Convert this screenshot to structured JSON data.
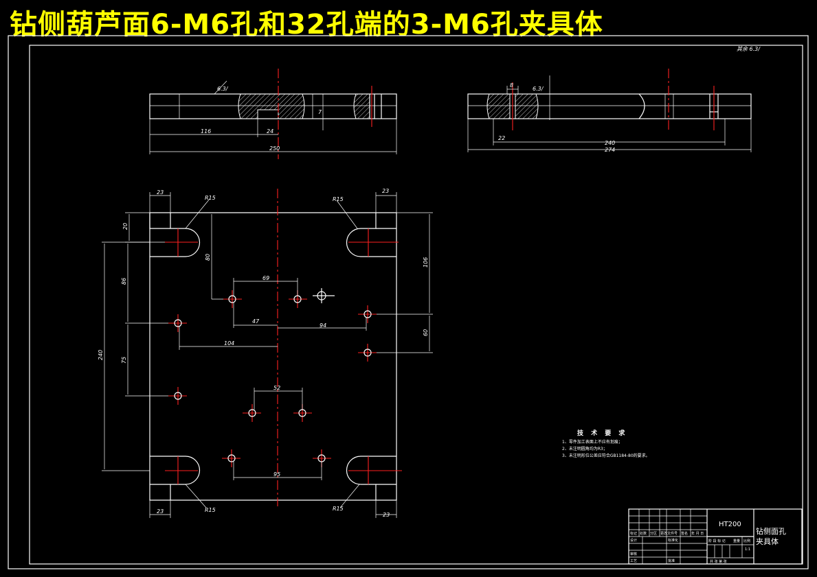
{
  "title": "钻侧葫芦面6-M6孔和32孔端的3-M6孔夹具体",
  "colors": {
    "background": "#000000",
    "title": "#ffff00",
    "outline": "#ffffff",
    "centerline": "#ff2020"
  },
  "top_view": {
    "dims": {
      "d116": "116",
      "d24": "24",
      "d250": "250",
      "d7": "7",
      "rough": "6.3/"
    }
  },
  "side_view": {
    "dims": {
      "d8": "8",
      "d22": "22",
      "d240": "240",
      "d274": "274",
      "rough": "6.3/"
    }
  },
  "plan_view": {
    "dims": {
      "d23_tl": "23",
      "d23_tr": "23",
      "d23_bl": "23",
      "d23_br": "23",
      "r15_tl": "R15",
      "r15_tr": "R15",
      "r15_bl": "R15",
      "r15_br": "R15",
      "d20": "20",
      "d80": "80",
      "d86": "86",
      "d240": "240",
      "d75": "75",
      "d69": "69",
      "d47": "47",
      "d94": "94",
      "d104": "104",
      "d52": "52",
      "d95": "95",
      "d106": "106",
      "d60": "60"
    }
  },
  "remaining_rough": "其余 6.3/",
  "tech_notes": {
    "heading": "技 术 要 求",
    "lines": [
      "1、零件加工表面上不应有划痕；",
      "2、未注明圆角均为R3；",
      "3、未注明形位公差应符合GB1184-80的要求。"
    ]
  },
  "title_block": {
    "material": "HT200",
    "part_name_line1": "钻侧面孔",
    "part_name_line2": "夹具体",
    "row_labels": [
      "标记",
      "设计",
      "审核",
      "工艺"
    ],
    "col_labels": [
      "处数",
      "分区",
      "更改文件号",
      "签名",
      "年 月 日"
    ],
    "mid_labels": [
      "标准化",
      "批准"
    ],
    "stage_labels": [
      "阶 段 标 记",
      "重量",
      "比例"
    ],
    "scale": "1:1",
    "sheet": "共    张  第    张"
  }
}
